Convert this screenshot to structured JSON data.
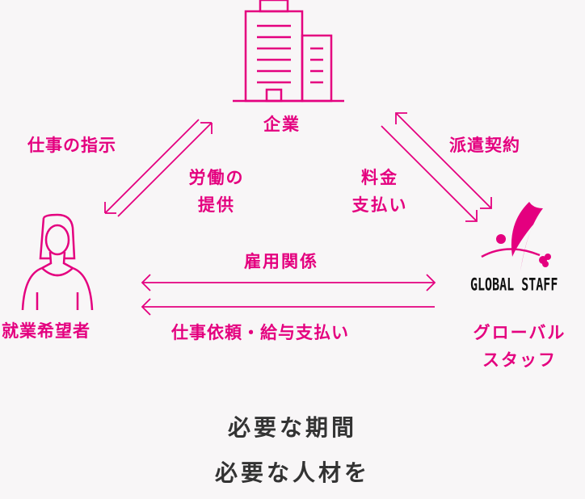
{
  "nodes": {
    "company": "企業",
    "jobseeker": "就業希望者",
    "agency_line1": "グローバル",
    "agency_line2": "スタッフ"
  },
  "edges": {
    "instruction": "仕事の指示",
    "labor_line1": "労働の",
    "labor_line2": "提供",
    "dispatch_contract": "派遣契約",
    "fee_line1": "料金",
    "fee_line2": "支払い",
    "employment": "雇用関係",
    "request_pay": "仕事依頼・給与支払い"
  },
  "logo": {
    "text": "GLOBAL STAFF"
  },
  "footer": {
    "line1": "必要な期間",
    "line2": "必要な人材を"
  },
  "colors": {
    "accent": "#e4007f",
    "text": "#333333",
    "background": "#f8f6f7"
  }
}
